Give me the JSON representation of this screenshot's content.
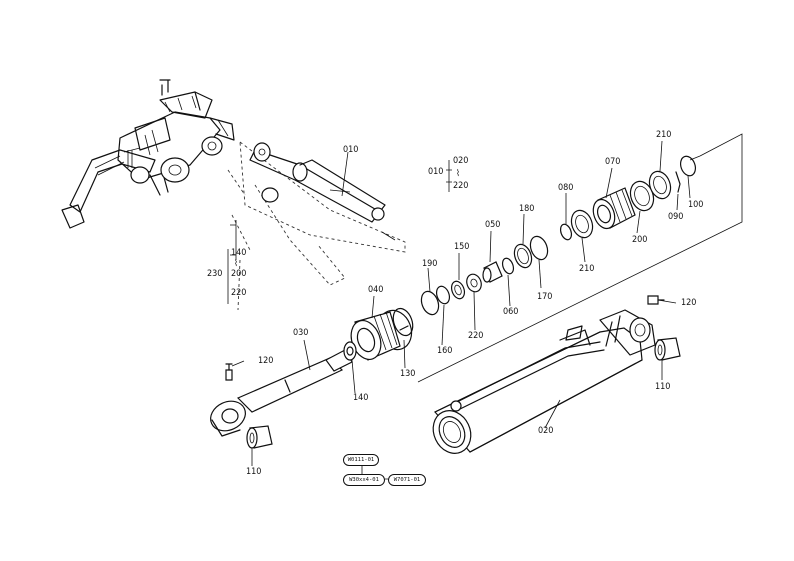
{
  "labels": {
    "p010": "010",
    "p020": "020",
    "p030": "030",
    "p040": "040",
    "p050": "050",
    "p060": "060",
    "p070": "070",
    "p080": "080",
    "p090": "090",
    "p100": "100",
    "p110_left": "110",
    "p110_right": "110",
    "p120_left": "120",
    "p120_right": "120",
    "p130": "130",
    "p140": "140",
    "p150": "150",
    "p160": "160",
    "p170": "170",
    "p180": "180",
    "p190": "190",
    "p200": "200",
    "p210_top": "210",
    "p210_mid": "210",
    "p220": "220"
  },
  "groups": {
    "g010": {
      "parent": "010",
      "first": "020",
      "sep": "⌇",
      "last": "220"
    },
    "g230": {
      "parent": "230",
      "first": "140",
      "sep": "⌇",
      "mid": "200",
      "last": "220"
    }
  },
  "stamps": {
    "s1": "W0111-01",
    "s2": "W30xx4-01",
    "s3": "W7071-01"
  }
}
